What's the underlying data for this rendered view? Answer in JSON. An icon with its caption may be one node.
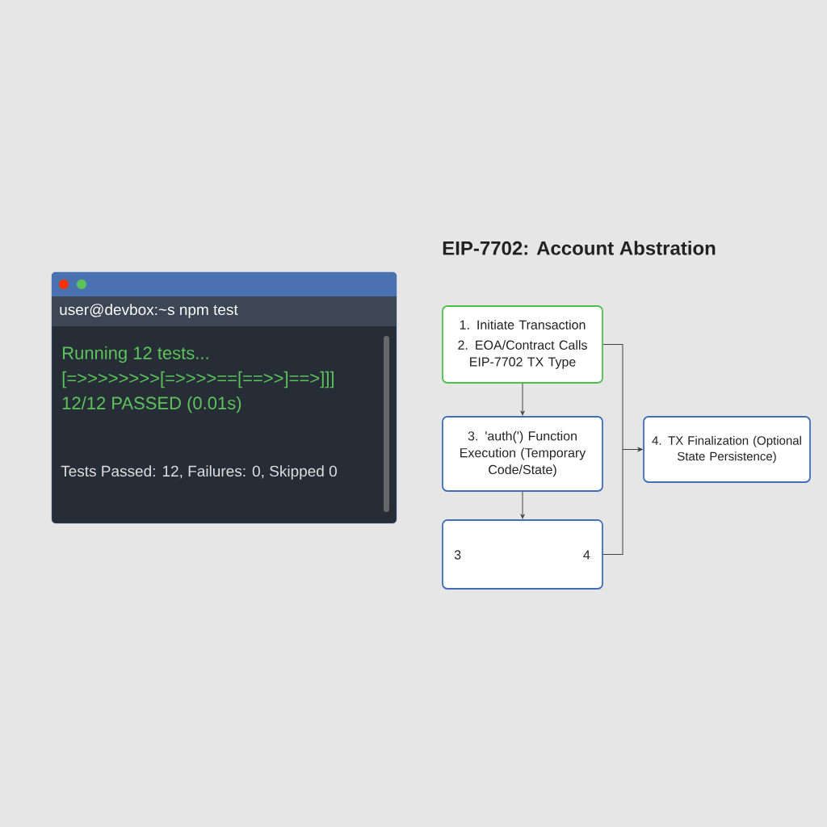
{
  "diagram": {
    "title": "EIP-7702: Account Abstration",
    "nodes": [
      {
        "text": [
          "user@devbox:~s npm test",
          "Running 12 tests...",
          "[=>>>>>>>>[=>>>>==[==>>]==>]]]",
          "12/12 PASSED (0.01s)",
          "Tests Passed: 12, Failures: 0, Skipped 0"
        ]
      },
      {
        "text": [
          "1. Initiate Transaction",
          "2. EOA/Contract Calls EIP-7702 TX Type"
        ]
      },
      {
        "text": [
          "3. 'auth(') Function Execution (Temporary Code/State)"
        ]
      },
      {
        "text": [
          "3",
          "4"
        ]
      },
      {
        "text": [
          "4. TX Finalization (Optional State Persistence)"
        ]
      }
    ],
    "edges": [
      {
        "from": 1,
        "to": 2,
        "arrow": "to"
      },
      {
        "from": 2,
        "to": 3,
        "arrow": "to"
      },
      {
        "from": 1,
        "to": 4,
        "arrow": "to"
      },
      {
        "from": 3,
        "to": 4,
        "arrow": "to"
      }
    ]
  }
}
